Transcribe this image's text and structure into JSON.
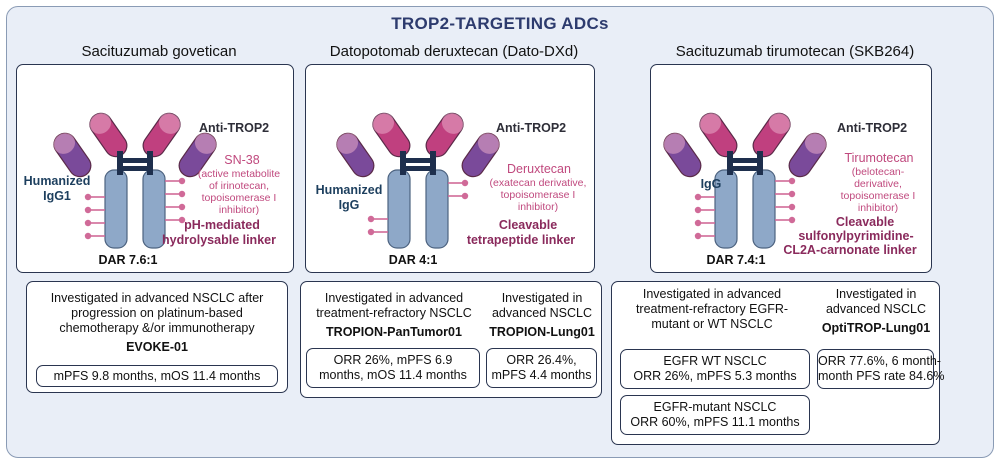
{
  "title": "TROP2-TARGETING ADCs",
  "colors": {
    "frame_bg": "#e9eef7",
    "heavy_chain": "#c0407f",
    "light_chain": "#7a4a9a",
    "fc": "#8ea8c8",
    "payload": "#d06a98",
    "hinge": "#1e2f4d",
    "linker_text": "#8a2a5c"
  },
  "drugs": [
    {
      "name": "Sacituzumab govetican",
      "anti": "Anti-TROP2",
      "igg": [
        "Humanized",
        "IgG1"
      ],
      "payload": "SN-38",
      "payload_desc": [
        "(active metabolite",
        "of irinotecan,",
        "topoisomerase I",
        "inhibitor)"
      ],
      "linker": [
        "pH-mediated",
        "hydrolysable linker"
      ],
      "dar": "DAR 7.6:1",
      "trials": [
        {
          "desc": [
            "Investigated in advanced NSCLC after",
            "progression on platinum-based",
            "chemotherapy &/or immunotherapy"
          ],
          "name": "EVOKE-01",
          "results": [
            [
              "mPFS 9.8 months, mOS 11.4 months"
            ]
          ]
        }
      ]
    },
    {
      "name": "Datopotomab deruxtecan (Dato-DXd)",
      "anti": "Anti-TROP2",
      "igg": [
        "Humanized",
        "IgG"
      ],
      "payload": "Deruxtecan",
      "payload_desc": [
        "(exatecan derivative,",
        "topoisomerase I",
        "inhibitor)"
      ],
      "linker": [
        "Cleavable",
        "tetrapeptide linker"
      ],
      "dar": "DAR 4:1",
      "trials": [
        {
          "desc": [
            "Investigated in advanced",
            "treatment-refractory NSCLC"
          ],
          "name": "TROPION-PanTumor01",
          "results": [
            [
              "ORR 26%, mPFS 6.9",
              "months, mOS 11.4 months"
            ]
          ]
        },
        {
          "desc": [
            "Investigated in",
            "advanced NSCLC"
          ],
          "name": "TROPION-Lung01",
          "results": [
            [
              "ORR 26.4%,",
              "mPFS 4.4 months"
            ]
          ]
        }
      ]
    },
    {
      "name": "Sacituzumab tirumotecan (SKB264)",
      "anti": "Anti-TROP2",
      "igg": [
        "IgG"
      ],
      "payload": "Tirumotecan",
      "payload_desc": [
        "(belotecan-",
        "derivative,",
        "topoisomerase I",
        "inhibitor)"
      ],
      "linker": [
        "Cleavable",
        "sulfonylpyrimidine-",
        "CL2A-carnonate linker"
      ],
      "dar": "DAR 7.4:1",
      "trials": [
        {
          "desc": [
            "Investigated in advanced",
            "treatment-refractory EGFR-",
            "mutant or WT NSCLC"
          ],
          "name": "",
          "results": [
            [
              "EGFR WT NSCLC",
              "ORR 26%, mPFS 5.3 months"
            ],
            [
              "EGFR-mutant NSCLC",
              "ORR 60%, mPFS 11.1 months"
            ]
          ]
        },
        {
          "desc": [
            "Investigated in",
            "advanced NSCLC"
          ],
          "name": "OptiTROP-Lung01",
          "results": [
            [
              "ORR 77.6%, 6 month-",
              "month PFS rate 84.6%"
            ]
          ]
        }
      ]
    }
  ]
}
